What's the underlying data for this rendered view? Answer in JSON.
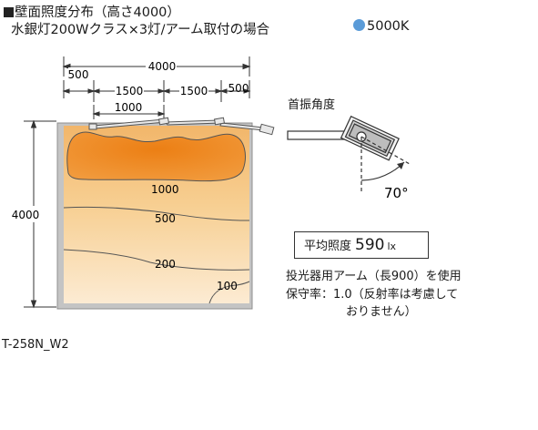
{
  "header": {
    "title": "壁面照度分布（高さ4000）",
    "subtitle": "水銀灯200Wクラス×3灯/アーム取付の場合",
    "legend_label": "5000K",
    "legend_color": "#5a9bd8"
  },
  "dimensions": {
    "total_width": "4000",
    "seg_left": "500",
    "seg_mid1": "1500",
    "seg_mid2": "1500",
    "seg_right": "500",
    "arm_span": "1000",
    "height": "4000"
  },
  "contours": {
    "c1000": "1000",
    "c500": "500",
    "c200": "200",
    "c100": "100"
  },
  "angle": {
    "label": "首振角度",
    "value": "70°"
  },
  "average": {
    "label": "平均照度",
    "value": "590",
    "unit": "lx"
  },
  "notes": {
    "line1": "投光器用アーム（長900）を使用",
    "line2": "保守率：1.0（反射率は考慮して",
    "line3": "おりません）"
  },
  "model_code": "T-258N_W2"
}
